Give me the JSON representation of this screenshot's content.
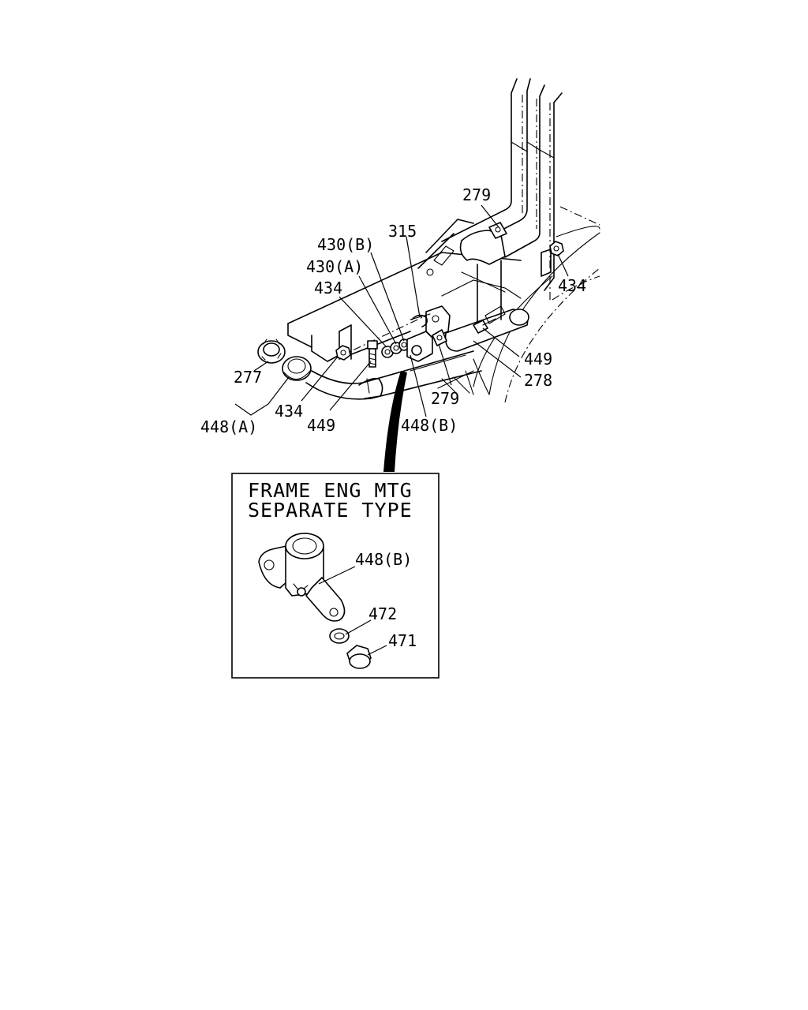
{
  "callouts": {
    "c279_top": "279",
    "c315": "315",
    "c430b": "430(B)",
    "c430a": "430(A)",
    "c434_left": "434",
    "c434_right": "434",
    "c277": "277",
    "c448a": "448(A)",
    "c434_bottom": "434",
    "c449_bottom": "449",
    "c448b": "448(B)",
    "c279_bottom": "279",
    "c449_right": "449",
    "c278": "278"
  },
  "inset": {
    "title_line1": "FRAME ENG MTG",
    "title_line2": "SEPARATE TYPE",
    "c448b": "448(B)",
    "c472": "472",
    "c471": "471"
  }
}
